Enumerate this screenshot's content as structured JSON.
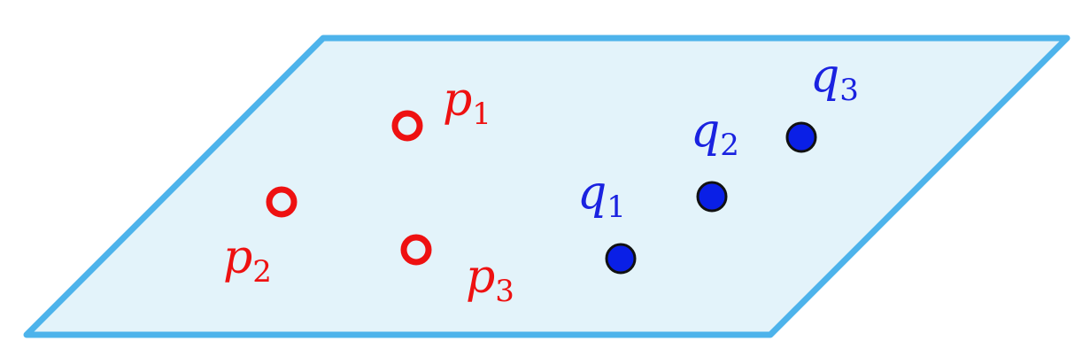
{
  "colors": {
    "plane_fill": "#e3f3fa",
    "plane_stroke": "#4db3eb",
    "p_color": "#ee1111",
    "q_fill": "#0a1fe6",
    "q_stroke": "#111111",
    "q_label": "#1a22e0"
  },
  "points_p": [
    {
      "name": "p",
      "sub": "1"
    },
    {
      "name": "p",
      "sub": "2"
    },
    {
      "name": "p",
      "sub": "3"
    }
  ],
  "points_q": [
    {
      "name": "q",
      "sub": "1"
    },
    {
      "name": "q",
      "sub": "2"
    },
    {
      "name": "q",
      "sub": "3"
    }
  ]
}
